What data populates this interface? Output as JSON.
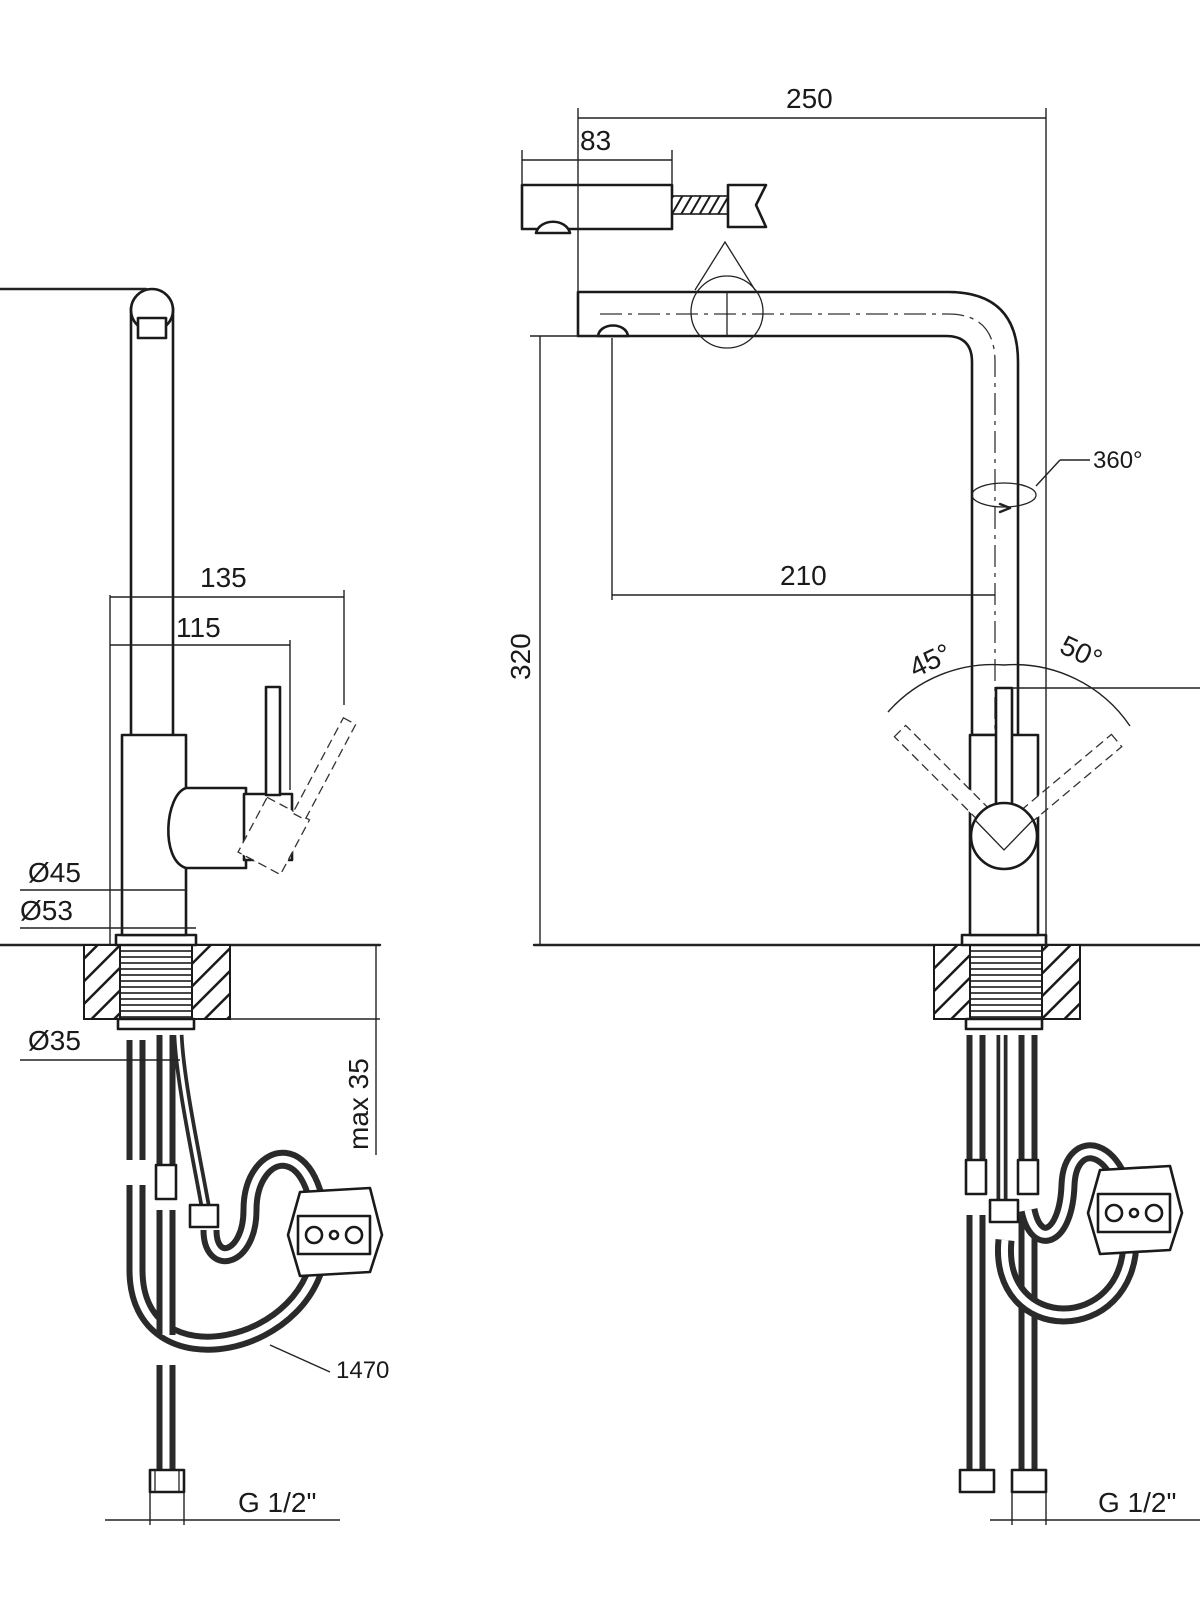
{
  "side_view": {
    "dimensions": {
      "reach_outer": "135",
      "reach_inner": "115",
      "base_d1": "Ø45",
      "base_d2": "Ø53",
      "thread_d": "Ø35",
      "max_thickness": "max 35",
      "hose_length": "1470",
      "connection": "G 1/2\""
    }
  },
  "front_view": {
    "dimensions": {
      "total_width": "250",
      "spray_head": "83",
      "spout_reach": "210",
      "height": "320",
      "rotation": "360°",
      "lever_left": "45°",
      "lever_right": "50°",
      "connection": "G 1/2\""
    }
  }
}
